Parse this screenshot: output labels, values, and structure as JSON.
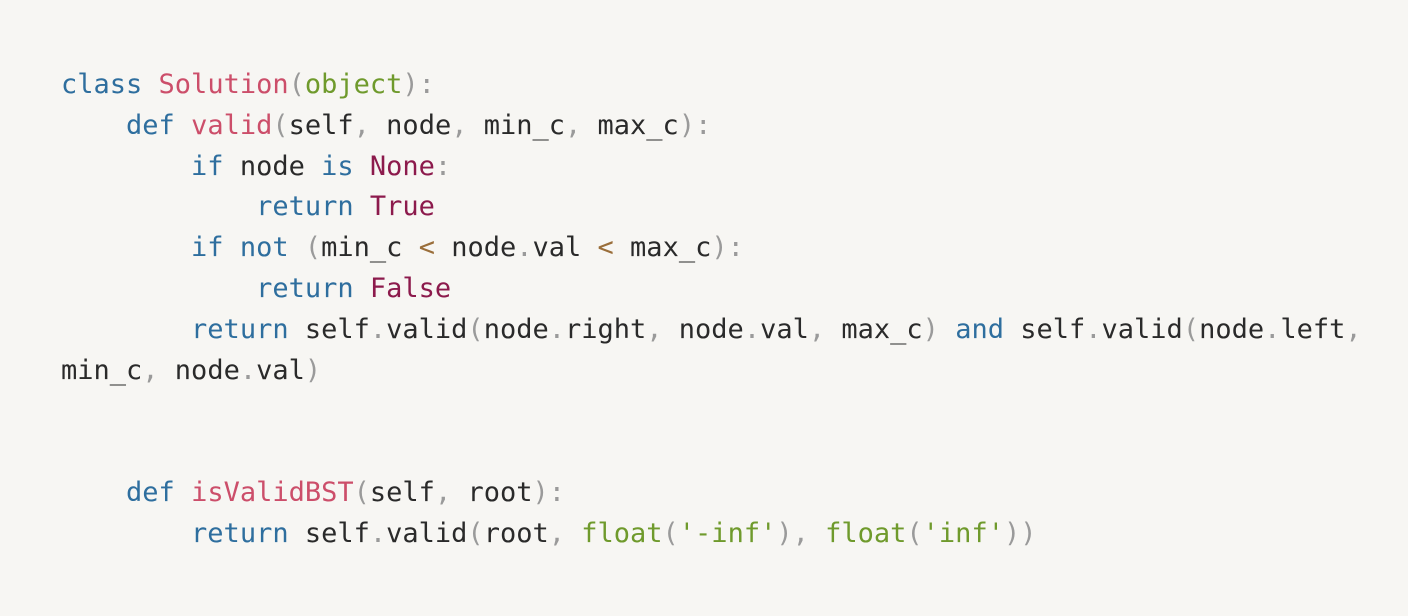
{
  "colors": {
    "background": "#f7f6f3",
    "keyword": "#2e6e9e",
    "function_name": "#cc4e6a",
    "builtin": "#6f9a2c",
    "constant": "#8c1a4c",
    "operator": "#9a6e3a",
    "punctuation": "#9a9a9a",
    "text": "#2a2a2a"
  },
  "code": {
    "lines": [
      [
        {
          "t": "keyword",
          "v": "class"
        },
        {
          "t": "text",
          "v": " "
        },
        {
          "t": "funcname",
          "v": "Solution"
        },
        {
          "t": "punct",
          "v": "("
        },
        {
          "t": "builtin",
          "v": "object"
        },
        {
          "t": "punct",
          "v": "):"
        }
      ],
      [
        {
          "t": "text",
          "v": "    "
        },
        {
          "t": "keyword",
          "v": "def"
        },
        {
          "t": "text",
          "v": " "
        },
        {
          "t": "funcname",
          "v": "valid"
        },
        {
          "t": "punct",
          "v": "("
        },
        {
          "t": "text",
          "v": "self"
        },
        {
          "t": "punct",
          "v": ","
        },
        {
          "t": "text",
          "v": " node"
        },
        {
          "t": "punct",
          "v": ","
        },
        {
          "t": "text",
          "v": " min_c"
        },
        {
          "t": "punct",
          "v": ","
        },
        {
          "t": "text",
          "v": " max_c"
        },
        {
          "t": "punct",
          "v": "):"
        }
      ],
      [
        {
          "t": "text",
          "v": "        "
        },
        {
          "t": "keyword",
          "v": "if"
        },
        {
          "t": "text",
          "v": " node "
        },
        {
          "t": "keyword",
          "v": "is"
        },
        {
          "t": "text",
          "v": " "
        },
        {
          "t": "constant",
          "v": "None"
        },
        {
          "t": "punct",
          "v": ":"
        }
      ],
      [
        {
          "t": "text",
          "v": "            "
        },
        {
          "t": "keyword",
          "v": "return"
        },
        {
          "t": "text",
          "v": " "
        },
        {
          "t": "constant",
          "v": "True"
        }
      ],
      [
        {
          "t": "text",
          "v": "        "
        },
        {
          "t": "keyword",
          "v": "if"
        },
        {
          "t": "text",
          "v": " "
        },
        {
          "t": "keyword",
          "v": "not"
        },
        {
          "t": "text",
          "v": " "
        },
        {
          "t": "punct",
          "v": "("
        },
        {
          "t": "text",
          "v": "min_c "
        },
        {
          "t": "operator",
          "v": "<"
        },
        {
          "t": "text",
          "v": " node"
        },
        {
          "t": "punct",
          "v": "."
        },
        {
          "t": "text",
          "v": "val "
        },
        {
          "t": "operator",
          "v": "<"
        },
        {
          "t": "text",
          "v": " max_c"
        },
        {
          "t": "punct",
          "v": "):"
        }
      ],
      [
        {
          "t": "text",
          "v": "            "
        },
        {
          "t": "keyword",
          "v": "return"
        },
        {
          "t": "text",
          "v": " "
        },
        {
          "t": "constant",
          "v": "False"
        }
      ],
      [
        {
          "t": "text",
          "v": "        "
        },
        {
          "t": "keyword",
          "v": "return"
        },
        {
          "t": "text",
          "v": " self"
        },
        {
          "t": "punct",
          "v": "."
        },
        {
          "t": "text",
          "v": "valid"
        },
        {
          "t": "punct",
          "v": "("
        },
        {
          "t": "text",
          "v": "node"
        },
        {
          "t": "punct",
          "v": "."
        },
        {
          "t": "text",
          "v": "right"
        },
        {
          "t": "punct",
          "v": ","
        },
        {
          "t": "text",
          "v": " node"
        },
        {
          "t": "punct",
          "v": "."
        },
        {
          "t": "text",
          "v": "val"
        },
        {
          "t": "punct",
          "v": ","
        },
        {
          "t": "text",
          "v": " max_c"
        },
        {
          "t": "punct",
          "v": ")"
        },
        {
          "t": "text",
          "v": " "
        },
        {
          "t": "keyword",
          "v": "and"
        },
        {
          "t": "text",
          "v": " self"
        },
        {
          "t": "punct",
          "v": "."
        },
        {
          "t": "text",
          "v": "valid"
        },
        {
          "t": "punct",
          "v": "("
        },
        {
          "t": "text",
          "v": "node"
        },
        {
          "t": "punct",
          "v": "."
        },
        {
          "t": "text",
          "v": "left"
        },
        {
          "t": "punct",
          "v": ","
        }
      ],
      [
        {
          "t": "text",
          "v": "min_c"
        },
        {
          "t": "punct",
          "v": ","
        },
        {
          "t": "text",
          "v": " node"
        },
        {
          "t": "punct",
          "v": "."
        },
        {
          "t": "text",
          "v": "val"
        },
        {
          "t": "punct",
          "v": ")"
        }
      ],
      [],
      [],
      [
        {
          "t": "text",
          "v": "    "
        },
        {
          "t": "keyword",
          "v": "def"
        },
        {
          "t": "text",
          "v": " "
        },
        {
          "t": "funcname",
          "v": "isValidBST"
        },
        {
          "t": "punct",
          "v": "("
        },
        {
          "t": "text",
          "v": "self"
        },
        {
          "t": "punct",
          "v": ","
        },
        {
          "t": "text",
          "v": " root"
        },
        {
          "t": "punct",
          "v": "):"
        }
      ],
      [
        {
          "t": "text",
          "v": "        "
        },
        {
          "t": "keyword",
          "v": "return"
        },
        {
          "t": "text",
          "v": " self"
        },
        {
          "t": "punct",
          "v": "."
        },
        {
          "t": "text",
          "v": "valid"
        },
        {
          "t": "punct",
          "v": "("
        },
        {
          "t": "text",
          "v": "root"
        },
        {
          "t": "punct",
          "v": ","
        },
        {
          "t": "text",
          "v": " "
        },
        {
          "t": "builtin",
          "v": "float"
        },
        {
          "t": "punct",
          "v": "("
        },
        {
          "t": "string",
          "v": "'-inf'"
        },
        {
          "t": "punct",
          "v": "),"
        },
        {
          "t": "text",
          "v": " "
        },
        {
          "t": "builtin",
          "v": "float"
        },
        {
          "t": "punct",
          "v": "("
        },
        {
          "t": "string",
          "v": "'inf'"
        },
        {
          "t": "punct",
          "v": "))"
        }
      ]
    ]
  }
}
